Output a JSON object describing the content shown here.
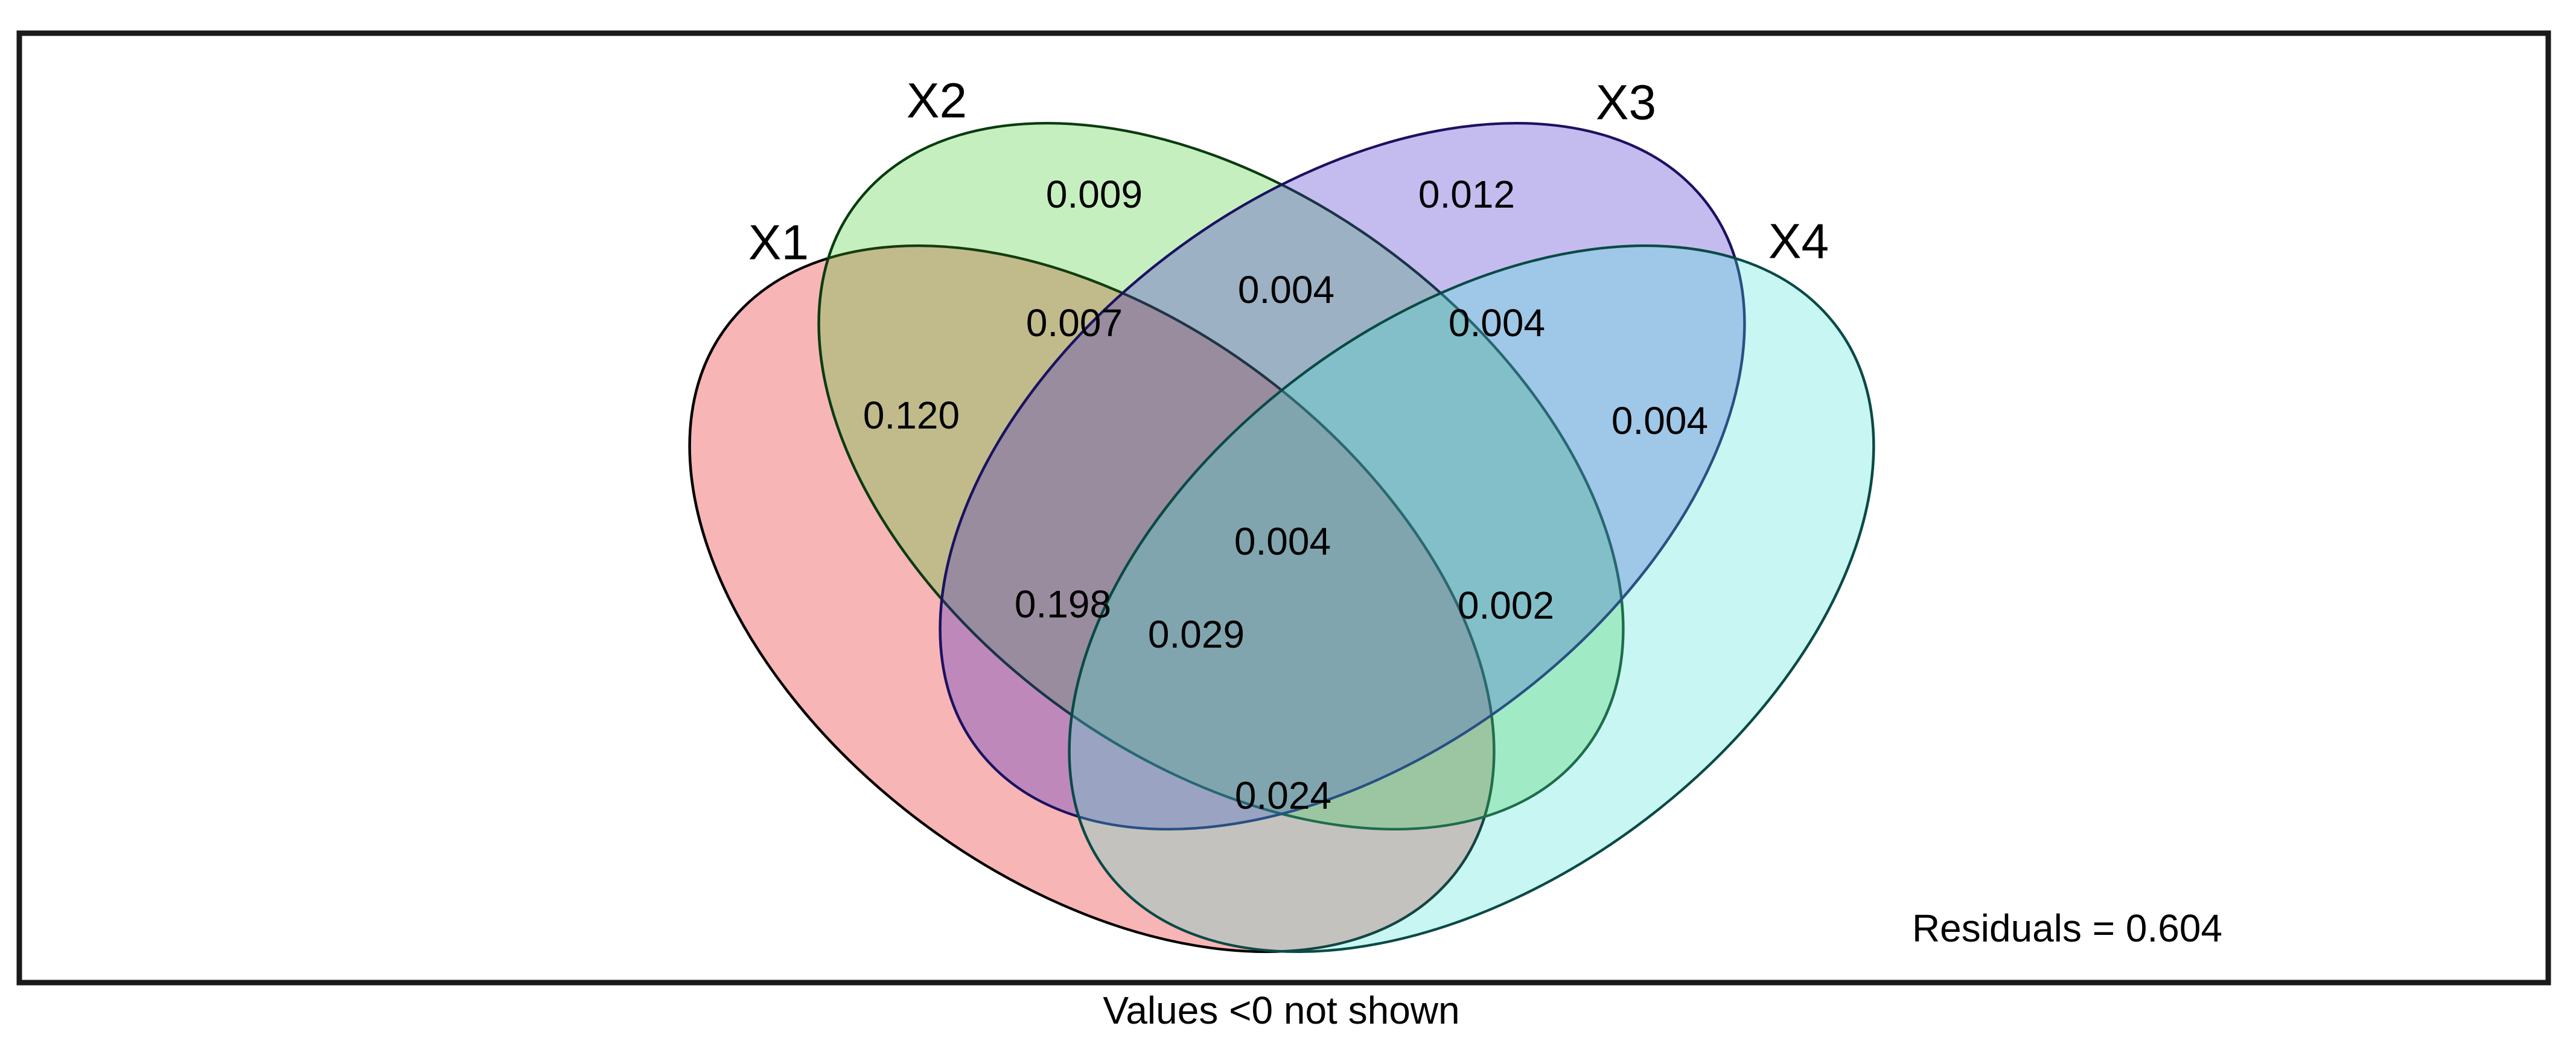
{
  "figure": {
    "background": "#ffffff",
    "border_color": "#1a1a1a"
  },
  "chart_data": {
    "type": "venn",
    "variant": "variance-partitioning-4-sets",
    "opacity": 0.3,
    "sets": [
      {
        "name": "X1",
        "fill": "#E70B0B",
        "stroke": "#000000"
      },
      {
        "name": "X2",
        "fill": "#41CA2D",
        "stroke": "#0B3B10"
      },
      {
        "name": "X3",
        "fill": "#3A20CA",
        "stroke": "#1A1260"
      },
      {
        "name": "X4",
        "fill": "#48E1D4",
        "stroke": "#0A4A46"
      }
    ],
    "fractions": [
      {
        "sets": "X1",
        "value": "0.120"
      },
      {
        "sets": "X2",
        "value": "0.009"
      },
      {
        "sets": "X3",
        "value": "0.012"
      },
      {
        "sets": "X4",
        "value": "0.004"
      },
      {
        "sets": "X1∩X2",
        "value": "0.007"
      },
      {
        "sets": "X2∩X3",
        "value": "0.004"
      },
      {
        "sets": "X3∩X4",
        "value": "0.004"
      },
      {
        "sets": "X1∩X3",
        "value": "0.198"
      },
      {
        "sets": "X2∩X4",
        "value": "0.002"
      },
      {
        "sets": "X1∩X4",
        "value": "0.024"
      },
      {
        "sets": "X1∩X3∩X4",
        "value": "0.029"
      },
      {
        "sets": "X1∩X2∩X3∩X4",
        "value": "0.004"
      }
    ],
    "residuals_label": "Residuals = 0.604",
    "footnote": "Values <0 not shown"
  }
}
